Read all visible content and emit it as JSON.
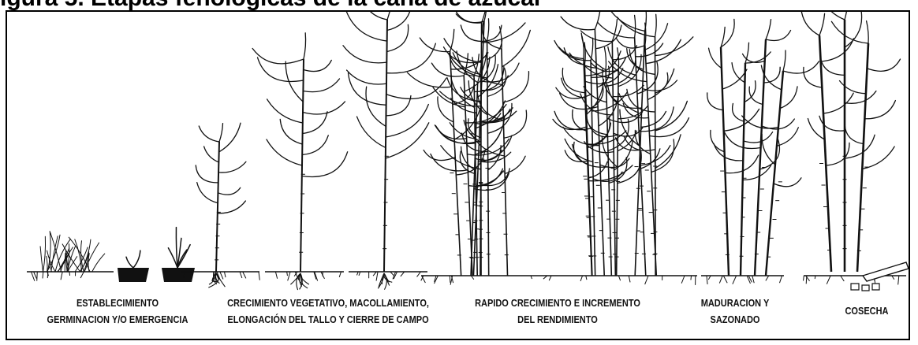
{
  "title": "igura 5. Etapas fenológicas de la caña de azúcar",
  "stages": [
    {
      "id": "establecimiento",
      "lines": [
        "ESTABLECIMIENTO",
        "GERMINACION Y/O EMERGENCIA"
      ]
    },
    {
      "id": "crecimiento",
      "lines": [
        "CRECIMIENTO VEGETATIVO, MACOLLAMIENTO,",
        "ELONGACIÓN DEL TALLO Y CIERRE DE CAMPO"
      ]
    },
    {
      "id": "rapido",
      "lines": [
        "RAPIDO CRECIMIENTO E INCREMENTO",
        "DEL RENDIMIENTO"
      ]
    },
    {
      "id": "maduracion",
      "lines": [
        "MADURACION Y",
        "SAZONADO"
      ]
    },
    {
      "id": "cosecha",
      "lines": [
        "COSECHA"
      ]
    }
  ]
}
